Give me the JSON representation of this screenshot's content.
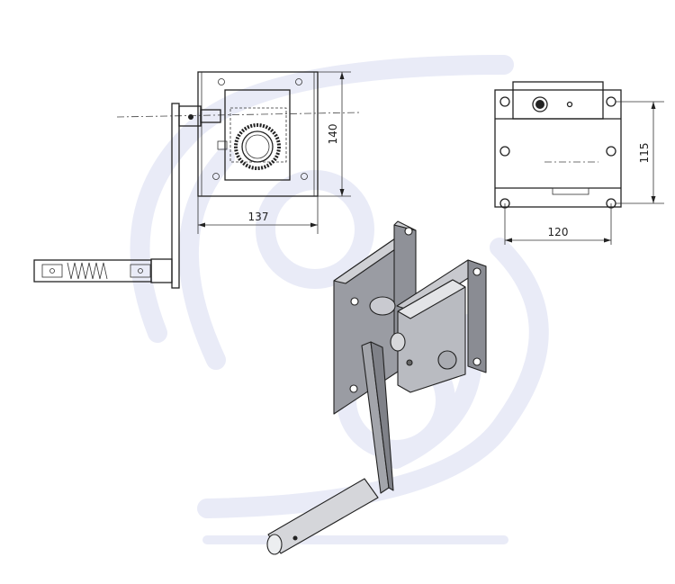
{
  "watermark": {
    "color": "#e9ebf7"
  },
  "views": {
    "side_view": {
      "width_dim": "137",
      "height_dim": "140"
    },
    "back_view": {
      "hole_spacing_horizontal": "120",
      "hole_spacing_vertical": "115"
    },
    "isometric_view": {
      "label": ""
    }
  },
  "colors": {
    "line": "#222222",
    "metal_dark": "#8a8c93",
    "metal_mid": "#b4b6bc",
    "metal_light": "#d9dadd"
  }
}
